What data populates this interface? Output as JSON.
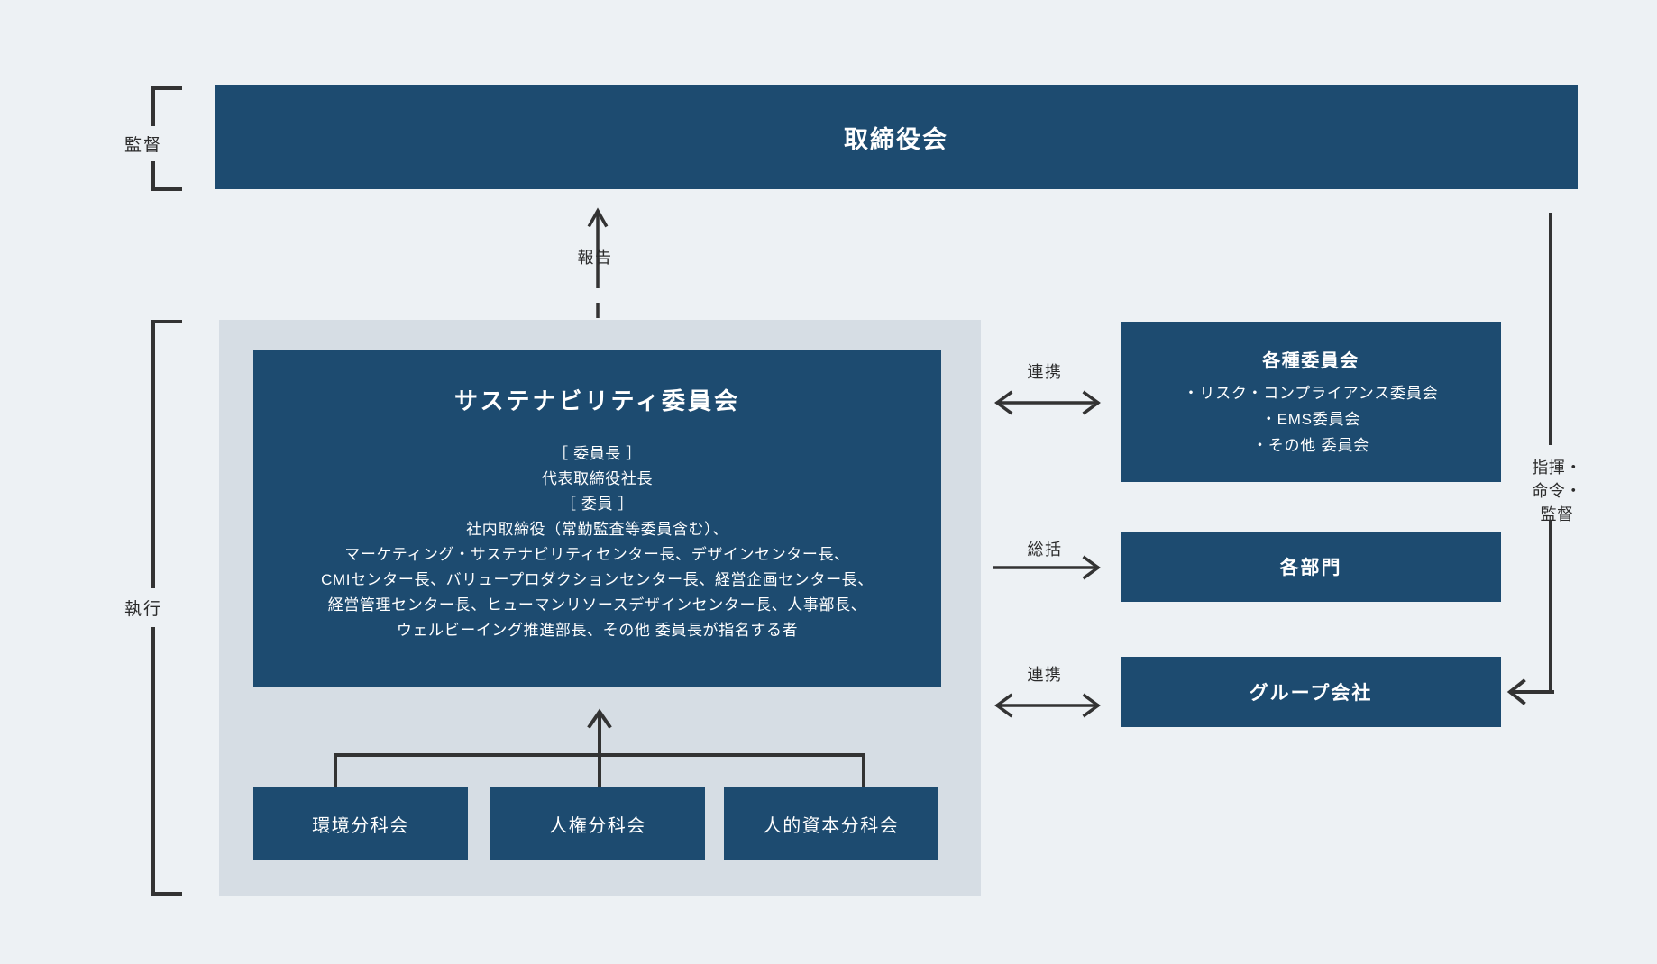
{
  "theme": {
    "background": "#edf1f4",
    "box_fill": "#1d4b70",
    "panel_fill": "#d6dde4",
    "line_color": "#333333",
    "box_text": "#ffffff",
    "label_text": "#2b2b2b"
  },
  "board": {
    "title": "取締役会"
  },
  "side_brackets": {
    "supervision": "監督",
    "execution": "執行"
  },
  "report_arrow": {
    "label": "報告"
  },
  "committee": {
    "title": "サステナビリティ委員会",
    "lines": [
      "［ 委員長 ］",
      "代表取締役社長",
      "［ 委員 ］",
      "社内取締役（常勤監査等委員含む）、",
      "マーケティング・サステナビリティセンター長、デザインセンター長、",
      "CMIセンター長、バリュープロダクションセンター長、経営企画センター長、",
      "経営管理センター長、ヒューマンリソースデザインセンター長、人事部長、",
      "ウェルビーイング推進部長、その他 委員長が指名する者"
    ]
  },
  "subcommittees": [
    {
      "label": "環境分科会"
    },
    {
      "label": "人権分科会"
    },
    {
      "label": "人的資本分科会"
    }
  ],
  "right_column": {
    "committees": {
      "title": "各種委員会",
      "items": [
        "・リスク・コンプライアンス委員会",
        "・EMS委員会",
        "・その他  委員会"
      ]
    },
    "departments": {
      "title": "各部門"
    },
    "group_companies": {
      "title": "グループ会社"
    }
  },
  "relations": {
    "committees_link": "連携",
    "departments_link": "総括",
    "group_link": "連携",
    "board_to_group": "指揮・\n命令・\n監督",
    "board_to_group_lines": [
      "指揮・",
      "命令・",
      "監督"
    ]
  }
}
